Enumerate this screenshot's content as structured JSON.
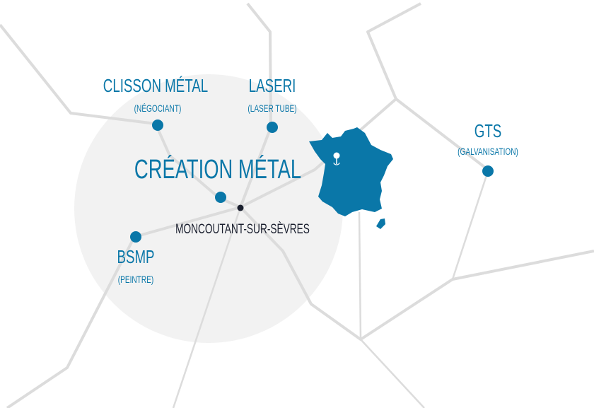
{
  "colors": {
    "accent": "#0a77a8",
    "lines": "#dddddd",
    "zone": "#f2f2f2",
    "town": "#1a1f2e"
  },
  "locations": [
    {
      "name": "CLISSON MÉTAL",
      "role": "(NÉGOCIANT)"
    },
    {
      "name": "LASERI",
      "role": "(LASER TUBE)"
    },
    {
      "name": "CRÉATION MÉTAL"
    },
    {
      "name": "BSMP",
      "role": "(PEINTRE)"
    },
    {
      "name": "GTS",
      "role": "(GALVANISATION)"
    }
  ],
  "town": "MONCOUTANT-SUR-SÈVRES",
  "map_pin_icon": "location-pin-icon"
}
